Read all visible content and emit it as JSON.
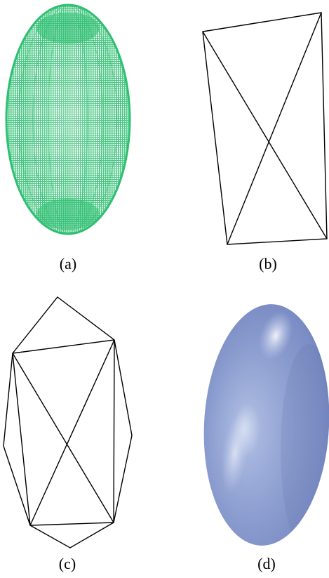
{
  "panels": [
    {
      "id": "a",
      "caption": "(a)",
      "color": "#2fbf72",
      "depiction": "dense-point-cloud-ellipsoid"
    },
    {
      "id": "b",
      "caption": "(b)",
      "color": "#000000",
      "depiction": "quadrilateral-with-diagonals"
    },
    {
      "id": "c",
      "caption": "(c)",
      "color": "#000000",
      "depiction": "refined-polygon-mesh"
    },
    {
      "id": "d",
      "caption": "(d)",
      "color": "#8e9fd0",
      "depiction": "shaded-ellipsoid-surface"
    }
  ]
}
